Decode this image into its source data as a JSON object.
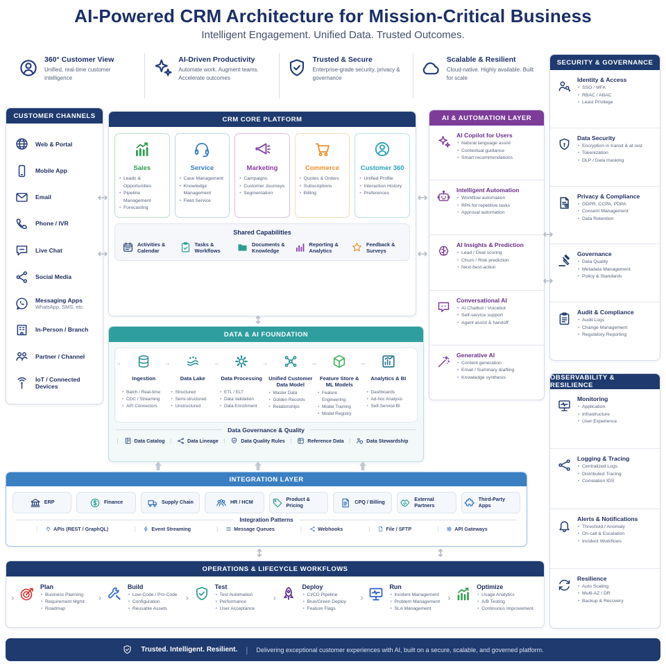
{
  "colors": {
    "navy": "#1e3a6e",
    "teal": "#2f9e9e",
    "purple": "#7d3c98",
    "blue": "#3a7fc2"
  },
  "header": {
    "title": "AI-Powered CRM Architecture for Mission-Critical Business",
    "subtitle": "Intelligent Engagement. Unified Data. Trusted Outcomes."
  },
  "value_props": [
    {
      "icon": "user-circle",
      "title": "360° Customer View",
      "desc": "Unified, real-time customer intelligence"
    },
    {
      "icon": "sparkles",
      "title": "AI-Driven Productivity",
      "desc": "Automate work. Augment teams. Accelerate outcomes"
    },
    {
      "icon": "shield-check",
      "title": "Trusted & Secure",
      "desc": "Enterprise-grade security, privacy & governance"
    },
    {
      "icon": "cloud",
      "title": "Scalable & Resilient",
      "desc": "Cloud-native. Highly available. Built for scale"
    }
  ],
  "customer_channels": {
    "title": "CUSTOMER CHANNELS",
    "items": [
      {
        "icon": "globe",
        "label": "Web & Portal"
      },
      {
        "icon": "mobile",
        "label": "Mobile App"
      },
      {
        "icon": "mail",
        "label": "Email"
      },
      {
        "icon": "phone",
        "label": "Phone / IVR"
      },
      {
        "icon": "chat",
        "label": "Live Chat"
      },
      {
        "icon": "share",
        "label": "Social Media"
      },
      {
        "icon": "whatsapp",
        "label": "Messaging Apps",
        "sub": "WhatsApp, SMS, etc.",
        "color": "#25a244"
      },
      {
        "icon": "building",
        "label": "In-Person / Branch"
      },
      {
        "icon": "people",
        "label": "Partner / Channel"
      },
      {
        "icon": "antenna",
        "label": "IoT / Connected Devices"
      }
    ]
  },
  "crm_core": {
    "title": "CRM CORE PLATFORM",
    "modules": [
      {
        "icon": "chart-up",
        "name": "Sales",
        "color": "#2e9b4e",
        "items": [
          "Leads & Opportunities",
          "Pipeline Management",
          "Forecasting"
        ]
      },
      {
        "icon": "headset",
        "name": "Service",
        "color": "#3b7fc4",
        "items": [
          "Case Management",
          "Knowledge Management",
          "Field Service"
        ]
      },
      {
        "icon": "megaphone",
        "name": "Marketing",
        "color": "#8a3ba8",
        "items": [
          "Campaigns",
          "Customer Journeys",
          "Segmentation"
        ]
      },
      {
        "icon": "cart",
        "name": "Commerce",
        "color": "#e8922e",
        "items": [
          "Quotes & Orders",
          "Subscriptions",
          "Billing"
        ]
      },
      {
        "icon": "user-circle",
        "name": "Customer 360",
        "color": "#2aa3b5",
        "items": [
          "Unified Profile",
          "Interaction History",
          "Preferences"
        ]
      }
    ],
    "shared": {
      "title": "Shared Capabilities",
      "items": [
        {
          "icon": "calendar",
          "label": "Activities & Calendar",
          "color": "#1e3a6e"
        },
        {
          "icon": "clipboard-check",
          "label": "Tasks & Workflows",
          "color": "#2a9d8f"
        },
        {
          "icon": "folder",
          "label": "Documents & Knowledge",
          "color": "#2a9d8f"
        },
        {
          "icon": "bar-chart",
          "label": "Reporting & Analytics",
          "color": "#8e3fa8"
        },
        {
          "icon": "star",
          "label": "Feedback & Surveys",
          "color": "#e8922e"
        }
      ]
    }
  },
  "data_foundation": {
    "title": "DATA & AI FOUNDATION",
    "columns": [
      {
        "icon": "database",
        "name": "Ingestion",
        "color": "#2a8f96",
        "items": [
          "Batch / Real-time",
          "CDC / Streaming",
          "API Connectors"
        ]
      },
      {
        "icon": "lake",
        "name": "Data Lake",
        "color": "#2a8f96",
        "items": [
          "Structured",
          "Semi-structured",
          "Unstructured"
        ]
      },
      {
        "icon": "gear",
        "name": "Data Processing",
        "color": "#2a8f96",
        "items": [
          "ETL / ELT",
          "Data Validation",
          "Data Enrichment"
        ]
      },
      {
        "icon": "nodes",
        "name": "Unified Customer Data Model",
        "color": "#2a8f96",
        "items": [
          "Master Data",
          "Golden Records",
          "Relationships"
        ]
      },
      {
        "icon": "cube",
        "name": "Feature Store & ML Models",
        "color": "#3fae5a",
        "items": [
          "Feature Engineering",
          "Model Training",
          "Model Registry"
        ]
      },
      {
        "icon": "analytics",
        "name": "Analytics & BI",
        "color": "#1f6f8c",
        "items": [
          "Dashboards",
          "Ad-hoc Analysis",
          "Self-Service BI"
        ]
      }
    ],
    "governance": {
      "title": "Data Governance & Quality",
      "items": [
        {
          "icon": "catalog",
          "label": "Data Catalog"
        },
        {
          "icon": "lineage",
          "label": "Data Lineage"
        },
        {
          "icon": "quality",
          "label": "Data Quality Rules"
        },
        {
          "icon": "refdata",
          "label": "Reference Data"
        },
        {
          "icon": "steward",
          "label": "Data Stewardship"
        }
      ]
    }
  },
  "ai_layer": {
    "title": "AI & AUTOMATION LAYER",
    "sections": [
      {
        "icon": "sparkles",
        "name": "AI Copilot for Users",
        "items": [
          "Natural language assist",
          "Contextual guidance",
          "Smart recommendations"
        ]
      },
      {
        "icon": "robot",
        "name": "Intelligent Automation",
        "items": [
          "Workflow automation",
          "RPA for repetitive tasks",
          "Approval automation"
        ]
      },
      {
        "icon": "brain",
        "name": "AI Insights & Prediction",
        "items": [
          "Lead / Deal scoring",
          "Churn / Risk prediction",
          "Next-best-action"
        ]
      },
      {
        "icon": "chat-dots",
        "name": "Conversational AI",
        "items": [
          "AI Chatbot / Voicebot",
          "Self-service support",
          "Agent assist & handoff"
        ]
      },
      {
        "icon": "wand",
        "name": "Generative AI",
        "items": [
          "Content generation",
          "Email / Summary drafting",
          "Knowledge synthesis"
        ]
      }
    ]
  },
  "security": {
    "title": "SECURITY & GOVERNANCE",
    "sections": [
      {
        "icon": "id-access",
        "name": "Identity & Access",
        "items": [
          "SSO / MFA",
          "RBAC / ABAC",
          "Least Privilege"
        ]
      },
      {
        "icon": "lock-shield",
        "name": "Data Security",
        "items": [
          "Encryption in transit & at rest",
          "Tokenization",
          "DLP / Data masking"
        ]
      },
      {
        "icon": "doc-privacy",
        "name": "Privacy & Compliance",
        "items": [
          "GDPR, CCPA, PDPA",
          "Consent Management",
          "Data Retention"
        ]
      },
      {
        "icon": "gavel",
        "name": "Governance",
        "items": [
          "Data Quality",
          "Metadata Management",
          "Policy & Standards"
        ]
      },
      {
        "icon": "clipboard-audit",
        "name": "Audit & Compliance",
        "items": [
          "Audit Logs",
          "Change Management",
          "Regulatory Reporting"
        ]
      }
    ]
  },
  "observability": {
    "title": "OBSERVABILITY & RESILIENCE",
    "sections": [
      {
        "icon": "monitor",
        "name": "Monitoring",
        "items": [
          "Application",
          "Infrastructure",
          "User Experience"
        ]
      },
      {
        "icon": "lineage",
        "name": "Logging & Tracing",
        "items": [
          "Centralized Logs",
          "Distributed Tracing",
          "Correlation IDS"
        ]
      },
      {
        "icon": "bell",
        "name": "Alerts & Notifications",
        "items": [
          "Threshold / Anomaly",
          "On-call & Escalation",
          "Incident Workflows"
        ]
      },
      {
        "icon": "refresh",
        "name": "Resilience",
        "items": [
          "Auto Scaling",
          "Multi-AZ / DR",
          "Backup & Recovery"
        ]
      }
    ]
  },
  "integration": {
    "title": "INTEGRATION LAYER",
    "systems": [
      {
        "icon": "bank",
        "label": "ERP",
        "color": "#1e3a6e"
      },
      {
        "icon": "dollar",
        "label": "Finance",
        "color": "#2a9d8f"
      },
      {
        "icon": "truck",
        "label": "Supply Chain",
        "color": "#2f6fb5"
      },
      {
        "icon": "hr-people",
        "label": "HR / HCM",
        "color": "#2f6fb5"
      },
      {
        "icon": "tag",
        "label": "Product & Pricing",
        "color": "#2a9d8f"
      },
      {
        "icon": "doc-cpq",
        "label": "CPQ / Billing",
        "color": "#2f6fb5"
      },
      {
        "icon": "handshake",
        "label": "External Partners",
        "color": "#2a9d8f"
      },
      {
        "icon": "puzzle",
        "label": "Third-Party Apps",
        "color": "#2f6fb5"
      }
    ],
    "patterns": {
      "title": "Integration Patterns",
      "items": [
        {
          "icon": "plug",
          "label": "APIs (REST / GraphQL)"
        },
        {
          "icon": "bolt",
          "label": "Event Streaming"
        },
        {
          "icon": "stack",
          "label": "Message Queues"
        },
        {
          "icon": "share",
          "label": "Webhooks"
        },
        {
          "icon": "file",
          "label": "File / SFTP"
        },
        {
          "icon": "gear",
          "label": "API Gateways"
        }
      ]
    }
  },
  "operations": {
    "title": "OPERATIONS & LIFECYCLE WORKFLOWS",
    "stages": [
      {
        "icon": "target",
        "name": "Plan",
        "color": "#d23b3b",
        "items": [
          "Business Planning",
          "Requirement Mgmt",
          "Roadmap"
        ]
      },
      {
        "icon": "tools",
        "name": "Build",
        "color": "#2f6fce",
        "items": [
          "Low-Code / Pro-Code",
          "Configuration",
          "Reusable Assets"
        ]
      },
      {
        "icon": "shield-check",
        "name": "Test",
        "color": "#2a9d8f",
        "items": [
          "Test Automation",
          "Performance",
          "User Acceptance"
        ]
      },
      {
        "icon": "rocket",
        "name": "Deploy",
        "color": "#5b2d8e",
        "items": [
          "CI/CD Pipeline",
          "Blue/Green Deploy",
          "Feature Flags"
        ]
      },
      {
        "icon": "monitor",
        "name": "Run",
        "color": "#2f5fbe",
        "items": [
          "Incident Management",
          "Problem Management",
          "SLA Management"
        ]
      },
      {
        "icon": "chart-up",
        "name": "Optimize",
        "color": "#2e9e4f",
        "items": [
          "Usage Analytics",
          "A/B Testing",
          "Continuous Improvement"
        ]
      }
    ]
  },
  "footer": {
    "tagline": "Trusted. Intelligent. Resilient.",
    "description": "Delivering exceptional customer experiences with AI, built on a secure, scalable, and governed platform."
  }
}
